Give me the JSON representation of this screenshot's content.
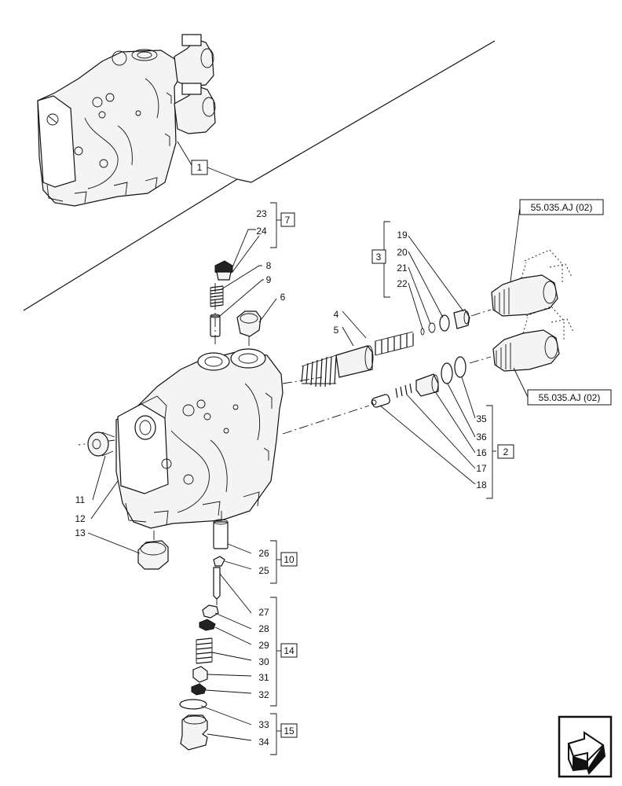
{
  "labels": {
    "n1": "1",
    "n2": "2",
    "n3": "3",
    "n4": "4",
    "n5": "5",
    "n6": "6",
    "n7": "7",
    "n8": "8",
    "n9": "9",
    "n10": "10",
    "n11": "11",
    "n12": "12",
    "n13": "13",
    "n14": "14",
    "n15": "15",
    "n16": "16",
    "n17": "17",
    "n18": "18",
    "n19": "19",
    "n20": "20",
    "n21": "21",
    "n22": "22",
    "n23": "23",
    "n24": "24",
    "n25": "25",
    "n26": "26",
    "n27": "27",
    "n28": "28",
    "n29": "29",
    "n30": "30",
    "n31": "31",
    "n32": "32",
    "n33": "33",
    "n34": "34",
    "n35": "35",
    "n36": "36"
  },
  "references": {
    "ref_top": "55.035.AJ (02)",
    "ref_bottom": "55.035.AJ (02)"
  },
  "icons": {
    "nav": "next-page-arrow-icon"
  }
}
